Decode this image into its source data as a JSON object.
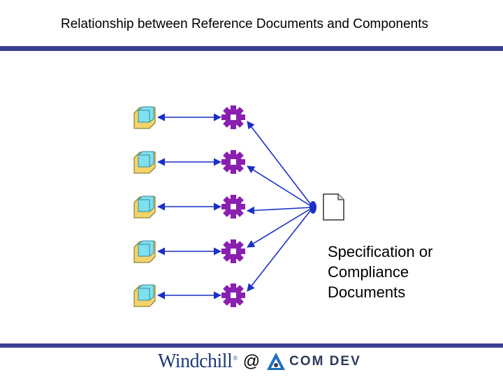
{
  "slide": {
    "title": "Relationship between Reference Documents and Components"
  },
  "diagram": {
    "rows": [
      {
        "component": "cube-icon",
        "link": "gear-icon"
      },
      {
        "component": "cube-icon",
        "link": "gear-icon"
      },
      {
        "component": "cube-icon",
        "link": "gear-icon"
      },
      {
        "component": "cube-icon",
        "link": "gear-icon"
      },
      {
        "component": "cube-icon",
        "link": "gear-icon"
      }
    ],
    "document_icon": "document-icon",
    "document_label": "Specification or\nCompliance\nDocuments"
  },
  "footer": {
    "windchill_logo": "Windchill",
    "registered": "®",
    "at": "@",
    "comdev_logo": "COM DEV"
  },
  "colors": {
    "rule": "#3a3f94",
    "arrow": "#1a2fc8",
    "gear": "#8a1fb0",
    "cube_face": "#f2d46a",
    "cube_top": "#7fe0ef"
  }
}
